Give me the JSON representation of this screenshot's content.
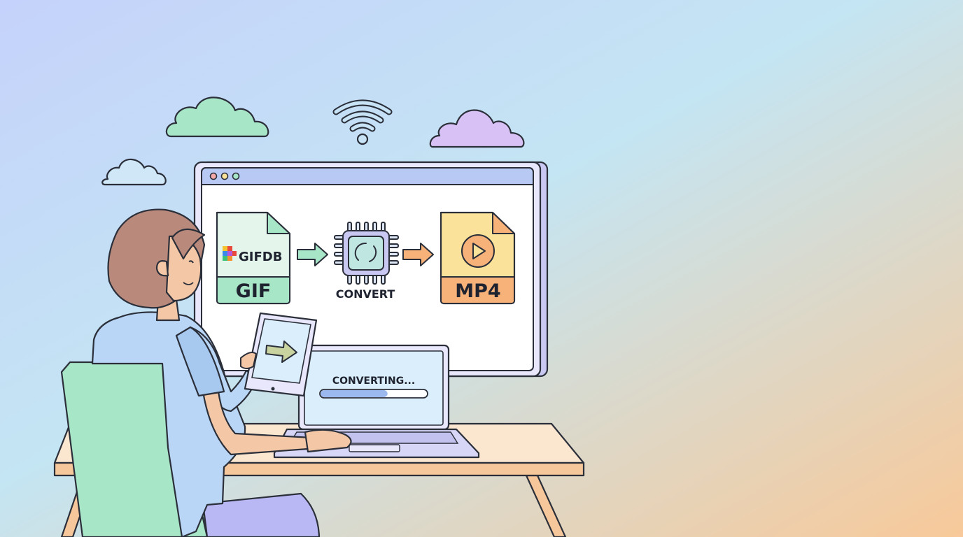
{
  "scene": {
    "colors": {
      "bg_top_left": "#c5d2fb",
      "bg_mid": "#c2e6f2",
      "bg_bottom_right": "#f8c999",
      "outline": "#2b2f3a",
      "accent_green": "#a8e6c8",
      "accent_purple": "#d8c1f5",
      "accent_blue": "#b9d6f6",
      "accent_orange": "#f7b27a",
      "accent_yellow": "#fbe29a"
    }
  },
  "monitor": {
    "window_controls": [
      "close-dot",
      "minimize-dot",
      "maximize-dot"
    ],
    "source_file": {
      "brand": "GIFDB",
      "format": "GIF"
    },
    "process_label": "CONVERT",
    "target_file": {
      "format": "MP4"
    }
  },
  "laptop": {
    "status_text": "CONVERTING...",
    "progress": 0.63
  },
  "icons": [
    "wifi-icon",
    "cloud-icon",
    "cpu-chip-icon",
    "play-icon",
    "arrow-right-icon"
  ]
}
